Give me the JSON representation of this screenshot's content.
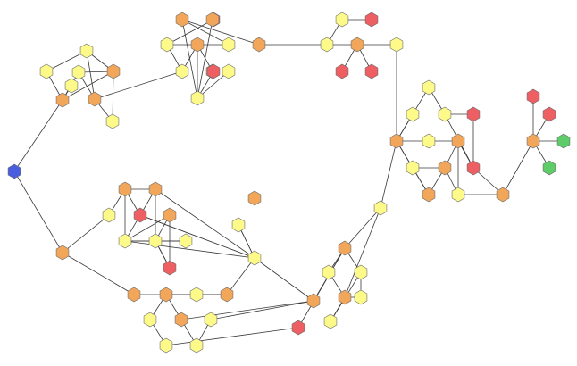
{
  "palette": {
    "blue": "#4a5ee0",
    "orange": "#f2a65a",
    "yellow": "#fdfa8a",
    "red": "#ee5f64",
    "green": "#5fcc6a"
  },
  "nodes": [
    {
      "id": 0,
      "color": "blue"
    },
    {
      "id": 1,
      "color": "orange"
    },
    {
      "id": 2,
      "color": "yellow"
    },
    {
      "id": 3,
      "color": "yellow"
    },
    {
      "id": 4,
      "color": "orange"
    },
    {
      "id": 5,
      "color": "yellow"
    },
    {
      "id": 6,
      "color": "orange"
    },
    {
      "id": 7,
      "color": "yellow"
    },
    {
      "id": 8,
      "color": "yellow"
    },
    {
      "id": 9,
      "color": "yellow"
    },
    {
      "id": 10,
      "color": "yellow"
    },
    {
      "id": 11,
      "color": "red"
    },
    {
      "id": 12,
      "color": "orange"
    },
    {
      "id": 13,
      "color": "orange"
    },
    {
      "id": 14,
      "color": "yellow"
    },
    {
      "id": 15,
      "color": "orange"
    },
    {
      "id": 16,
      "color": "yellow"
    },
    {
      "id": 17,
      "color": "red"
    },
    {
      "id": 18,
      "color": "yellow"
    },
    {
      "id": 19,
      "color": "orange"
    },
    {
      "id": 20,
      "color": "red"
    },
    {
      "id": 21,
      "color": "yellow"
    },
    {
      "id": 22,
      "color": "orange"
    },
    {
      "id": 23,
      "color": "red"
    },
    {
      "id": 24,
      "color": "yellow"
    },
    {
      "id": 25,
      "color": "yellow"
    },
    {
      "id": 26,
      "color": "orange"
    },
    {
      "id": 27,
      "color": "red"
    },
    {
      "id": 28,
      "color": "red"
    },
    {
      "id": 29,
      "color": "yellow"
    },
    {
      "id": 30,
      "color": "red"
    },
    {
      "id": 31,
      "color": "yellow"
    },
    {
      "id": 32,
      "color": "orange"
    },
    {
      "id": 33,
      "color": "yellow"
    },
    {
      "id": 34,
      "color": "yellow"
    },
    {
      "id": 35,
      "color": "orange"
    },
    {
      "id": 36,
      "color": "red"
    },
    {
      "id": 37,
      "color": "yellow"
    },
    {
      "id": 38,
      "color": "yellow"
    },
    {
      "id": 39,
      "color": "orange"
    },
    {
      "id": 40,
      "color": "orange"
    },
    {
      "id": 41,
      "color": "red"
    },
    {
      "id": 42,
      "color": "yellow"
    },
    {
      "id": 43,
      "color": "orange"
    },
    {
      "id": 44,
      "color": "red"
    },
    {
      "id": 45,
      "color": "red"
    },
    {
      "id": 46,
      "color": "yellow"
    },
    {
      "id": 47,
      "color": "orange"
    },
    {
      "id": 48,
      "color": "red"
    },
    {
      "id": 49,
      "color": "red"
    },
    {
      "id": 50,
      "color": "green"
    },
    {
      "id": 51,
      "color": "green"
    },
    {
      "id": 52,
      "color": "yellow"
    },
    {
      "id": 53,
      "color": "orange"
    },
    {
      "id": 54,
      "color": "yellow"
    },
    {
      "id": 55,
      "color": "yellow"
    },
    {
      "id": 56,
      "color": "orange"
    },
    {
      "id": 57,
      "color": "yellow"
    },
    {
      "id": 58,
      "color": "yellow"
    },
    {
      "id": 59,
      "color": "orange"
    },
    {
      "id": 60,
      "color": "yellow"
    },
    {
      "id": 61,
      "color": "orange"
    },
    {
      "id": 62,
      "color": "red"
    },
    {
      "id": 63,
      "color": "orange"
    },
    {
      "id": 64,
      "color": "yellow"
    },
    {
      "id": 65,
      "color": "yellow"
    },
    {
      "id": 66,
      "color": "orange"
    },
    {
      "id": 67,
      "color": "yellow"
    },
    {
      "id": 68,
      "color": "orange"
    },
    {
      "id": 69,
      "color": "red"
    },
    {
      "id": 70,
      "color": "orange"
    },
    {
      "id": 71,
      "color": "yellow"
    },
    {
      "id": 72,
      "color": "red"
    },
    {
      "id": 73,
      "color": "orange"
    },
    {
      "id": 74,
      "color": "yellow"
    },
    {
      "id": 75,
      "color": "yellow"
    },
    {
      "id": 76,
      "color": "orange"
    },
    {
      "id": 77,
      "color": "yellow"
    },
    {
      "id": 78,
      "color": "yellow"
    },
    {
      "id": 79,
      "color": "orange"
    },
    {
      "id": 80,
      "color": "orange"
    },
    {
      "id": 81,
      "color": "red"
    },
    {
      "id": 82,
      "color": "yellow"
    },
    {
      "id": 83,
      "color": "orange"
    },
    {
      "id": 84,
      "color": "yellow"
    },
    {
      "id": 85,
      "color": "orange"
    },
    {
      "id": 86,
      "color": "yellow"
    },
    {
      "id": 87,
      "color": "yellow"
    },
    {
      "id": 88,
      "color": "orange"
    },
    {
      "id": 89,
      "color": "red"
    },
    {
      "id": 90,
      "color": "yellow"
    },
    {
      "id": 91,
      "color": "red"
    },
    {
      "id": 92,
      "color": "yellow"
    },
    {
      "id": 93,
      "color": "red"
    }
  ],
  "edges": [
    [
      0,
      1
    ],
    [
      0,
      59
    ],
    [
      1,
      2
    ],
    [
      1,
      4
    ],
    [
      1,
      5
    ],
    [
      1,
      8
    ],
    [
      2,
      3
    ],
    [
      3,
      4
    ],
    [
      3,
      6
    ],
    [
      4,
      5
    ],
    [
      4,
      7
    ],
    [
      5,
      6
    ],
    [
      6,
      7
    ],
    [
      6,
      9
    ],
    [
      9,
      10
    ],
    [
      9,
      12
    ],
    [
      10,
      11
    ],
    [
      10,
      12
    ],
    [
      12,
      13
    ],
    [
      12,
      14
    ],
    [
      12,
      16
    ],
    [
      13,
      17
    ],
    [
      13,
      12
    ],
    [
      14,
      15
    ],
    [
      15,
      16
    ],
    [
      16,
      18
    ],
    [
      16,
      17
    ],
    [
      15,
      22
    ],
    [
      16,
      19
    ],
    [
      22,
      24
    ],
    [
      24,
      25
    ],
    [
      25,
      23
    ],
    [
      24,
      26
    ],
    [
      26,
      27
    ],
    [
      26,
      28
    ],
    [
      26,
      29
    ],
    [
      29,
      32
    ],
    [
      32,
      33
    ],
    [
      32,
      34
    ],
    [
      32,
      35
    ],
    [
      32,
      38
    ],
    [
      32,
      31
    ],
    [
      33,
      36
    ],
    [
      33,
      37
    ],
    [
      34,
      35
    ],
    [
      35,
      40
    ],
    [
      34,
      40
    ],
    [
      38,
      39
    ],
    [
      39,
      41
    ],
    [
      40,
      42
    ],
    [
      42,
      43
    ],
    [
      43,
      47
    ],
    [
      47,
      48
    ],
    [
      47,
      49
    ],
    [
      47,
      50
    ],
    [
      47,
      51
    ],
    [
      43,
      46
    ],
    [
      46,
      44
    ],
    [
      46,
      45
    ],
    [
      44,
      45
    ],
    [
      40,
      39
    ],
    [
      39,
      42
    ],
    [
      32,
      52
    ],
    [
      52,
      53
    ],
    [
      53,
      54
    ],
    [
      53,
      55
    ],
    [
      54,
      56
    ],
    [
      55,
      57
    ],
    [
      56,
      57
    ],
    [
      56,
      58
    ],
    [
      55,
      58
    ],
    [
      59,
      60
    ],
    [
      59,
      68
    ],
    [
      60,
      61
    ],
    [
      61,
      62
    ],
    [
      61,
      63
    ],
    [
      61,
      64
    ],
    [
      62,
      63
    ],
    [
      63,
      65
    ],
    [
      64,
      65
    ],
    [
      65,
      66
    ],
    [
      66,
      67
    ],
    [
      66,
      69
    ],
    [
      67,
      71
    ],
    [
      69,
      70
    ],
    [
      70,
      71
    ],
    [
      70,
      72
    ],
    [
      65,
      70
    ],
    [
      62,
      74
    ],
    [
      63,
      74
    ],
    [
      64,
      77
    ],
    [
      74,
      76
    ],
    [
      76,
      77
    ],
    [
      76,
      78
    ],
    [
      76,
      75
    ],
    [
      74,
      81
    ],
    [
      68,
      79
    ],
    [
      79,
      80
    ],
    [
      80,
      82
    ],
    [
      82,
      83
    ],
    [
      83,
      84
    ],
    [
      83,
      85
    ],
    [
      84,
      86
    ],
    [
      85,
      87
    ],
    [
      85,
      88
    ],
    [
      86,
      89
    ],
    [
      87,
      90
    ],
    [
      88,
      91
    ],
    [
      90,
      91
    ],
    [
      88,
      92
    ],
    [
      92,
      93
    ],
    [
      80,
      74
    ],
    [
      74,
      88
    ],
    [
      52,
      56
    ]
  ]
}
